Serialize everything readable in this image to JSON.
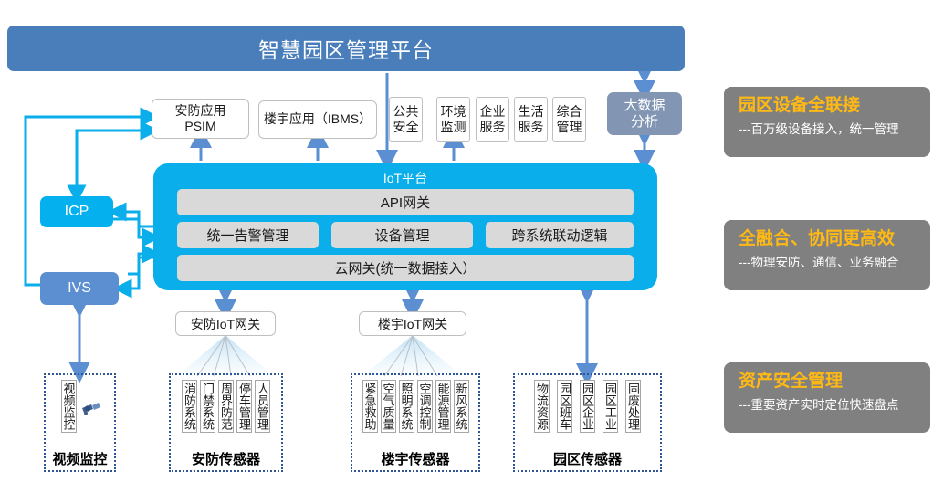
{
  "title_bar": {
    "label": "智慧园区管理平台"
  },
  "applications": {
    "psim": "安防应用\nPSIM",
    "psim_line1": "安防应用",
    "psim_line2": "PSIM",
    "ibms": "楼宇应用（IBMS）",
    "small_apps": [
      {
        "line1": "公共",
        "line2": "安全"
      },
      {
        "line1": "环境",
        "line2": "监测"
      },
      {
        "line1": "企业",
        "line2": "服务"
      },
      {
        "line1": "生活",
        "line2": "服务"
      },
      {
        "line1": "综合",
        "line2": "管理"
      }
    ],
    "bigdata": {
      "line1": "大数据",
      "line2": "分析"
    }
  },
  "iot_platform": {
    "title": "IoT平台",
    "api_gateway": "API网关",
    "middle_modules": [
      "统一告警管理",
      "设备管理",
      "跨系统联动逻辑"
    ],
    "cloud_gateway": "云网关(统一数据接入）"
  },
  "left_nodes": {
    "icp": "ICP",
    "ivs": "IVS"
  },
  "gateways": [
    {
      "label": "安防IoT网关"
    },
    {
      "label": "楼宇IoT网关"
    }
  ],
  "sensor_groups": [
    {
      "label": "视频监控",
      "cells": [
        "视频监控"
      ],
      "has_camera_icon": true
    },
    {
      "label": "安防传感器",
      "cells": [
        "消防系统",
        "门禁系统",
        "周界防范",
        "停车管理",
        "人员管理"
      ],
      "has_camera_icon": false
    },
    {
      "label": "楼宇传感器",
      "cells": [
        "紧急救助",
        "空气质量",
        "照明系统",
        "空调控制",
        "能源管理",
        "新风系统"
      ],
      "has_camera_icon": false
    },
    {
      "label": "园区传感器",
      "cells": [
        "物流资源",
        "园区班车",
        "园区企业",
        "园区工业",
        "固废处理"
      ],
      "has_camera_icon": false
    }
  ],
  "callouts": [
    {
      "title": "园区设备全联接",
      "subtitle": "---百万级设备接入，统一管理"
    },
    {
      "title": "全融合、协同更高效",
      "subtitle": "---物理安防、通信、业务融合"
    },
    {
      "title": "资产安全管理",
      "subtitle": "---重要资产实时定位快速盘点"
    }
  ],
  "colors": {
    "title_bar": "#4a7ebb",
    "iot_panel": "#0aaeea",
    "iot_module": "#d9d9d9",
    "icp": "#05b0ef",
    "ivs": "#5b8fd1",
    "bigdata": "#8296b4",
    "callout_bg": "#808080",
    "callout_title": "#ffb914",
    "arrow_blue": "#5b8fd1",
    "arrow_cyan": "#0aaeea",
    "group_border": "#2f5597"
  }
}
